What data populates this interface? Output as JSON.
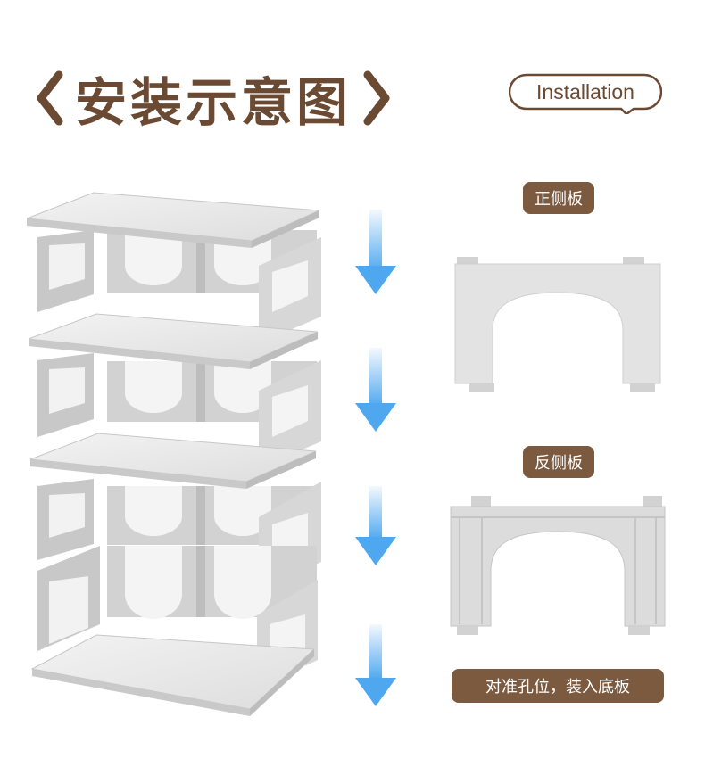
{
  "title": "安装示意图",
  "badge": "Installation",
  "labels": {
    "front_panel": "正侧板",
    "back_panel": "反侧板",
    "instruction": "对准孔位，装入底板"
  },
  "colors": {
    "brown": "#6b4a33",
    "pill_bg": "#7b5a40",
    "arrow_top": "#eef6fd",
    "arrow_bottom": "#5aaef0",
    "shelf": "#e9e9e9",
    "shelf_edge": "#c9c9c9",
    "panel": "#d7d7d7"
  }
}
